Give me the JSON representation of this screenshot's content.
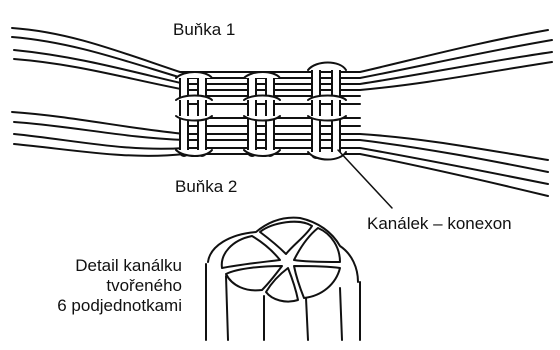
{
  "labels": {
    "cell_1": "Buňka 1",
    "cell_2": "Buňka 2",
    "channel": "Kanálek – konexon",
    "detail_lines": [
      "Detail kanálku",
      "tvořeného",
      "6 podjednotkami"
    ]
  },
  "colors": {
    "ink": "#111111",
    "background": "#ffffff"
  }
}
